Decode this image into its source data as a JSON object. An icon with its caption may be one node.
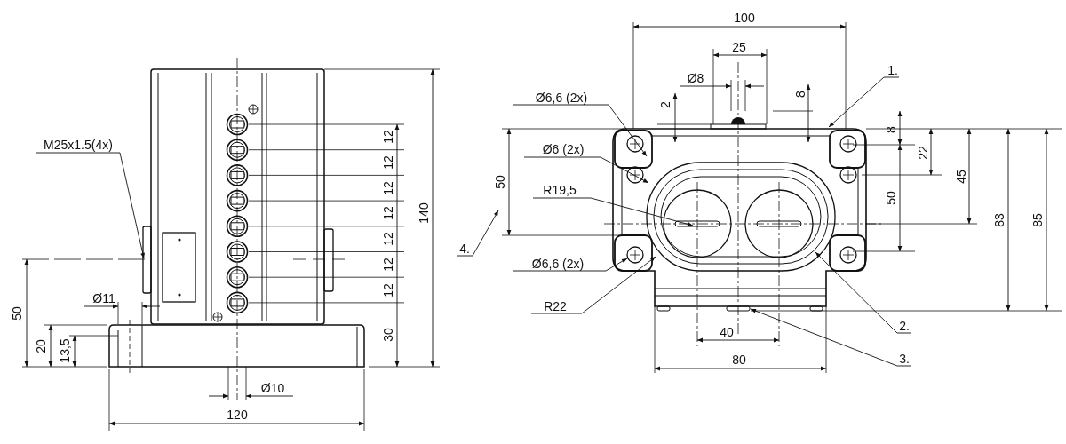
{
  "diagram": {
    "nodes": [
      {
        "text": [
          "M25x1.5(4x)"
        ]
      },
      {
        "text": [
          "Ø6,6 (2x)"
        ]
      },
      {
        "text": [
          "Ø6 (2x)"
        ]
      },
      {
        "text": [
          "R19,5"
        ]
      },
      {
        "text": [
          "Ø6,6 (2x)"
        ]
      },
      {
        "text": [
          "R22"
        ]
      },
      {
        "text": [
          "1."
        ]
      },
      {
        "text": [
          "2."
        ]
      },
      {
        "text": [
          "3."
        ]
      },
      {
        "text": [
          "4."
        ]
      }
    ],
    "edges": [
      {
        "from": 0,
        "to": null,
        "arrow": "to"
      },
      {
        "from": 1,
        "to": null,
        "arrow": "to"
      },
      {
        "from": 2,
        "to": null,
        "arrow": "to"
      },
      {
        "from": 3,
        "to": null,
        "arrow": "to"
      },
      {
        "from": 4,
        "to": null,
        "arrow": "to"
      },
      {
        "from": 5,
        "to": null,
        "arrow": "to"
      },
      {
        "from": 6,
        "to": null,
        "arrow": "to"
      },
      {
        "from": 7,
        "to": null,
        "arrow": "to"
      },
      {
        "from": 8,
        "to": null,
        "arrow": "to"
      },
      {
        "from": 9,
        "to": null,
        "arrow": "to"
      }
    ],
    "labels": [
      "12",
      "12",
      "12",
      "12",
      "12",
      "12",
      "12",
      "140",
      "50",
      "Ø11",
      "30",
      "20",
      "13,5",
      "Ø10",
      "120",
      "100",
      "25",
      "Ø8",
      "2",
      "8",
      "8",
      "22",
      "45",
      "50",
      "50",
      "83",
      "85",
      "40",
      "80"
    ]
  }
}
